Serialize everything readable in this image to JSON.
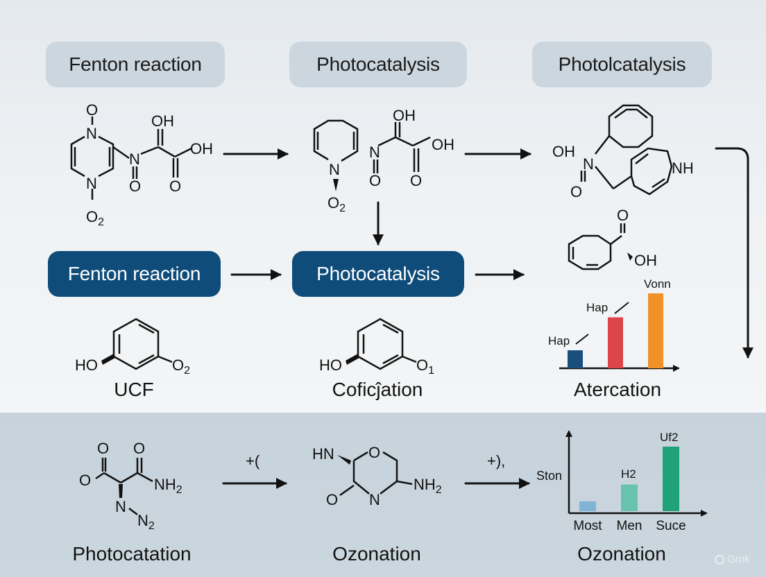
{
  "pills": {
    "top_left": "Fenton reaction",
    "top_middle": "Photocatalysis",
    "top_right": "Photolcatalysis",
    "mid_left": "Fenton reaction",
    "mid_middle": "Photocatalysis"
  },
  "captions": {
    "row2_left": "UCF",
    "row2_middle": "Coficĵation",
    "row2_right": "Atercation",
    "row3_left": "Photocatation",
    "row3_middle": "Ozonation",
    "row3_right": "Ozonation"
  },
  "labels": {
    "m1_o_top": "O",
    "m1_n_top": "N",
    "m1_n_bottom": "N",
    "m1_o2": "O",
    "m1_o2_sub": "2",
    "m1_oh_top": "OH",
    "m1_oh_right": "OH",
    "m1_n_mid": "N",
    "m1_o_a": "O",
    "m1_o_b": "O",
    "m2_n": "N",
    "m2_o2": "O",
    "m2_o2_sub": "2",
    "m2_oh_top": "OH",
    "m2_oh_right": "OH",
    "m2_o_a": "O",
    "m2_o_b": "O",
    "m3_oh": "OH",
    "m3_n": "N",
    "m3_o": "O",
    "m3_nh": "NH",
    "m4_o": "O",
    "m4_oh": "OH",
    "p1_ho": "HO",
    "p1_o2": "O",
    "p1_o2_sub": "2",
    "p2_ho": "HO",
    "p2_o1": "O",
    "p2_o1_sub": "1",
    "b1_o_top1": "O",
    "b1_o_top2": "O",
    "b1_o_left": "O",
    "b1_nh2": "NH",
    "b1_nh2_sub": "2",
    "b1_n": "N",
    "b1_n2": "N",
    "b1_n2_sub": "2",
    "b2_hn": "HN",
    "b2_o_ring": "O",
    "b2_nh2": "NH",
    "b2_nh2_sub": "2",
    "b2_o_left": "O",
    "b2_n": "N",
    "arrow_label_1": "+(",
    "arrow_label_2": "+),"
  },
  "chart_data": [
    {
      "type": "bar",
      "categories": [
        "",
        "",
        ""
      ],
      "series": [
        {
          "values": [
            24,
            68,
            100
          ]
        }
      ],
      "annotations": [
        "Hap",
        "Hap",
        "Vonn"
      ],
      "colors": [
        "#1a4e7d",
        "#dc4549",
        "#f0912a"
      ],
      "xlabel": "",
      "ylabel": ""
    },
    {
      "type": "bar",
      "categories": [
        "Most",
        "Men",
        "Suce"
      ],
      "series": [
        {
          "values": [
            14,
            38,
            92
          ]
        }
      ],
      "annotations": [
        "",
        "H2",
        "Uf2"
      ],
      "ylabel": "Ston",
      "colors": [
        "#7fb4d6",
        "#69c2ad",
        "#1fa277"
      ]
    }
  ],
  "watermark": "Grok",
  "colors": {
    "accent": "#0f4c7a",
    "pill_light": "#cbd6df",
    "band": "#c7d3dc"
  }
}
